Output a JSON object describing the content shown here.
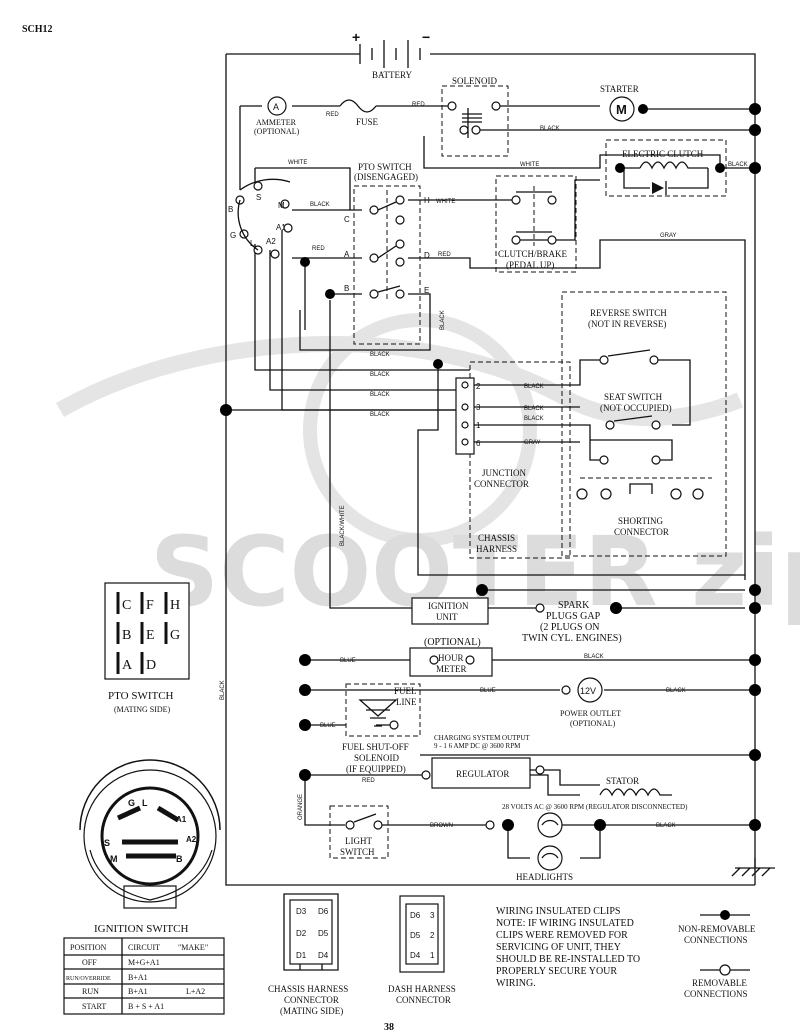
{
  "page_id": "SCH12",
  "watermark": "SCOOTER zip",
  "components": {
    "battery": "BATTERY",
    "plus": "+",
    "minus": "−",
    "solenoid": "SOLENOID",
    "starter": "STARTER",
    "motor_symbol": "M",
    "ammeter_line1": "AMMETER",
    "ammeter_line2": "(OPTIONAL)",
    "ammeter_symbol": "A",
    "fuse": "FUSE",
    "electric_clutch": "ELECTRIC CLUTCH",
    "pto_switch_line1": "PTO SWITCH",
    "pto_switch_line2": "(DISENGAGED)",
    "clutch_brake_line1": "CLUTCH/BRAKE",
    "clutch_brake_line2": "(PEDAL UP)",
    "reverse_switch_line1": "REVERSE SWITCH",
    "reverse_switch_line2": "(NOT IN REVERSE)",
    "seat_switch_line1": "SEAT SWITCH",
    "seat_switch_line2": "(NOT OCCUPIED)",
    "junction_line1": "JUNCTION",
    "junction_line2": "CONNECTOR",
    "shorting_line1": "SHORTING",
    "shorting_line2": "CONNECTOR",
    "chassis_line1": "CHASSIS",
    "chassis_line2": "HARNESS",
    "ignition_unit_line1": "IGNITION",
    "ignition_unit_line2": "UNIT",
    "spark_line1": "SPARK",
    "spark_line2": "PLUGS GAP",
    "spark_line3": "(2 PLUGS ON",
    "spark_line4": "TWIN CYL. ENGINES)",
    "optional": "(OPTIONAL)",
    "hour_meter_line1": "HOUR",
    "hour_meter_line2": "METER",
    "fuel_line_line1": "FUEL",
    "fuel_line_line2": "LINE",
    "power_outlet_line1": "POWER OUTLET",
    "power_outlet_line2": "(OPTIONAL)",
    "power_outlet_symbol": "12V",
    "fuel_solenoid_line1": "FUEL SHUT-OFF",
    "fuel_solenoid_line2": "SOLENOID",
    "fuel_solenoid_line3": "(IF EQUIPPED)",
    "charging_line1": "CHARGING SYSTEM OUTPUT",
    "charging_line2": "9 - 1 6 AMP DC @ 3600 RPM",
    "regulator": "REGULATOR",
    "stator": "STATOR",
    "volts_ac": "28 VOLTS AC @ 3600 RPM (REGULATOR DISCONNECTED)",
    "light_switch_line1": "LIGHT",
    "light_switch_line2": "SWITCH",
    "headlights": "HEADLIGHTS"
  },
  "wire_colors": {
    "red": "RED",
    "black": "BLACK",
    "white": "WHITE",
    "gray": "GRAY",
    "blue": "BLUE",
    "brown": "BROWN",
    "orange": "ORANGE",
    "black_white": "BLACK/WHITE"
  },
  "terminals": {
    "pto_c": "C",
    "pto_h": "H",
    "pto_a": "A",
    "pto_d": "D",
    "pto_b": "B",
    "pto_e": "E",
    "ign_s": "S",
    "ign_m": "M",
    "ign_b": "B",
    "ign_a1": "A1",
    "ign_g": "G",
    "ign_l": "L",
    "ign_a2": "A2",
    "junc_2": "2",
    "junc_3": "3",
    "junc_1": "1",
    "junc_6": "6"
  },
  "pto_mating": {
    "grid": [
      [
        "C",
        "F",
        "H"
      ],
      [
        "B",
        "E",
        "G"
      ],
      [
        "A",
        "D",
        ""
      ]
    ],
    "title": "PTO SWITCH",
    "subtitle": "(MATING SIDE)"
  },
  "ignition_switch": {
    "title": "IGNITION SWITCH",
    "labels": {
      "g": "G",
      "l": "L",
      "a1": "A1",
      "a2": "A2",
      "s": "S",
      "m": "M",
      "b": "B"
    },
    "table_headers": [
      "POSITION",
      "CIRCUIT",
      "\"MAKE\""
    ],
    "rows": [
      {
        "position": "OFF",
        "circuit": "M+G+A1",
        "make": ""
      },
      {
        "position": "RUN/OVERRIDE",
        "circuit": "B+A1",
        "make": ""
      },
      {
        "position": "RUN",
        "circuit": "B+A1",
        "make": "L+A2"
      },
      {
        "position": "START",
        "circuit": "B + S + A1",
        "make": ""
      }
    ]
  },
  "chassis_connector": {
    "pins_left": [
      "D3",
      "D2",
      "D1"
    ],
    "pins_right": [
      "D6",
      "D5",
      "D4"
    ],
    "title1": "CHASSIS HARNESS",
    "title2": "CONNECTOR",
    "title3": "(MATING SIDE)"
  },
  "dash_connector": {
    "pins_left": [
      "D6",
      "D5",
      "D4"
    ],
    "pins_right": [
      "3",
      "2",
      "1"
    ],
    "title1": "DASH HARNESS",
    "title2": "CONNECTOR"
  },
  "note": {
    "lines": [
      "WIRING INSULATED CLIPS",
      "NOTE:  IF WIRING INSULATED",
      "CLIPS WERE REMOVED FOR",
      "SERVICING OF UNIT, THEY",
      "SHOULD BE RE-INSTALLED TO",
      "PROPERLY SECURE YOUR",
      "WIRING."
    ]
  },
  "legend": {
    "non_removable_line1": "NON-REMOVABLE",
    "non_removable_line2": "CONNECTIONS",
    "removable_line1": "REMOVABLE",
    "removable_line2": "CONNECTIONS"
  },
  "page_number": "38"
}
